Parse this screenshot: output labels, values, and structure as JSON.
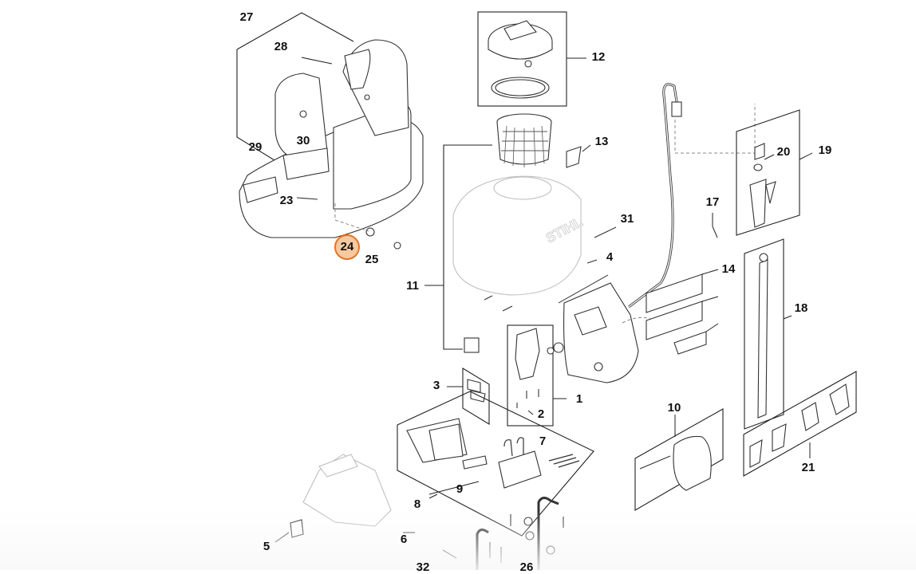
{
  "diagram": {
    "brand_mark": "STIHL",
    "highlight_color": "#e8731f",
    "callouts": [
      "1",
      "2",
      "3",
      "4",
      "5",
      "6",
      "7",
      "8",
      "9",
      "10",
      "11",
      "12",
      "13",
      "14",
      "17",
      "18",
      "19",
      "20",
      "21",
      "23",
      "24",
      "25",
      "26",
      "27",
      "28",
      "29",
      "30",
      "31",
      "32"
    ],
    "highlighted": "24"
  }
}
